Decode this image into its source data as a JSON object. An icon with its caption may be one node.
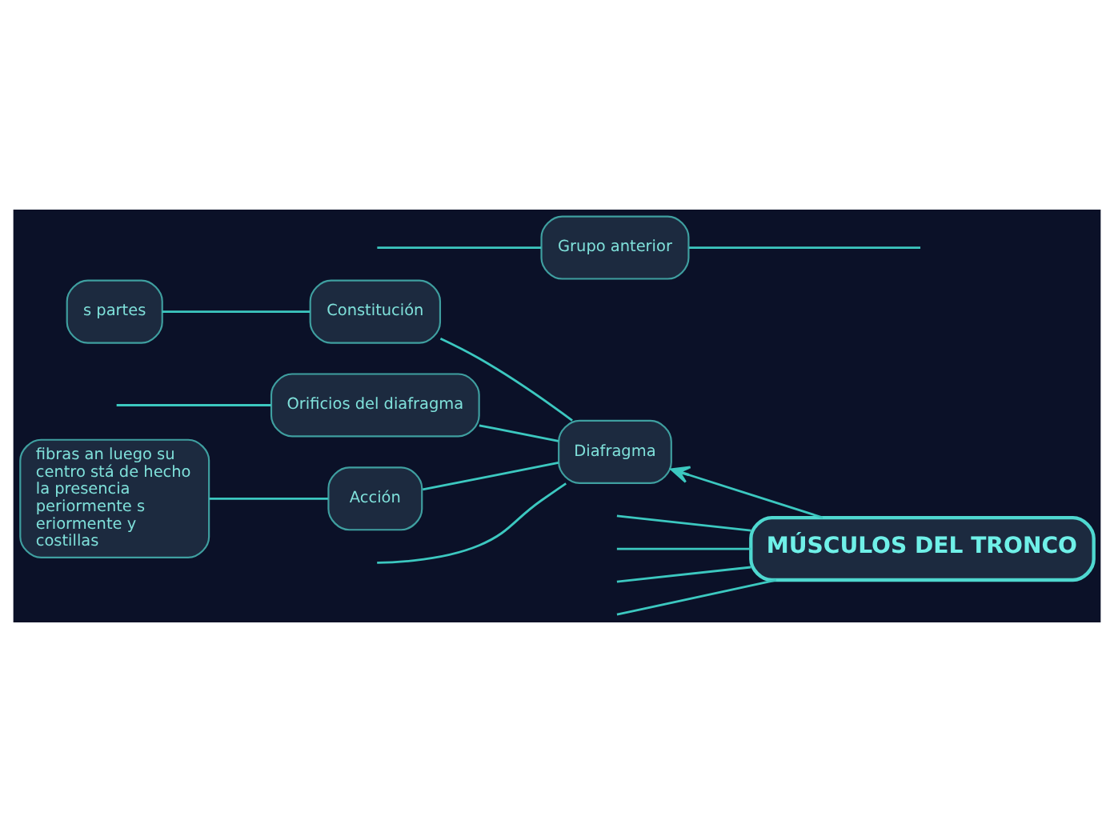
{
  "diagram": {
    "nodes": [
      {
        "text": [
          "MÚSCULOS DEL TRONCO"
        ]
      },
      {
        "text": [
          "Diafragma"
        ]
      },
      {
        "text": [
          "Constitución"
        ]
      },
      {
        "text": [
          "s partes"
        ]
      },
      {
        "text": [
          "Orificios del diafragma"
        ]
      },
      {
        "text": [
          "Acción"
        ]
      },
      {
        "text": [
          "fibras an luego su centro stá de hecho la presencia periormente s eriormente y costillas"
        ]
      },
      {
        "text": [
          "Grupo anterior"
        ]
      }
    ],
    "edges": [
      {
        "from": 0,
        "to": 1,
        "arrow": "to"
      },
      {
        "from": 1,
        "to": null,
        "arrow": "none"
      },
      {
        "from": 1,
        "to": 2,
        "arrow": "none"
      },
      {
        "from": 2,
        "to": 3,
        "arrow": "none"
      },
      {
        "from": 1,
        "to": 4,
        "arrow": "none"
      },
      {
        "from": 4,
        "to": null,
        "arrow": "none"
      },
      {
        "from": 1,
        "to": 5,
        "arrow": "none"
      },
      {
        "from": 5,
        "to": 6,
        "arrow": "none"
      },
      {
        "from": 0,
        "to": null,
        "arrow": "none"
      },
      {
        "from": 0,
        "to": null,
        "arrow": "none"
      },
      {
        "from": 0,
        "to": null,
        "arrow": "none"
      },
      {
        "from": 0,
        "to": null,
        "arrow": "none"
      },
      {
        "from": null,
        "to": 7,
        "arrow": "none"
      },
      {
        "from": 7,
        "to": null,
        "arrow": "none"
      }
    ]
  }
}
